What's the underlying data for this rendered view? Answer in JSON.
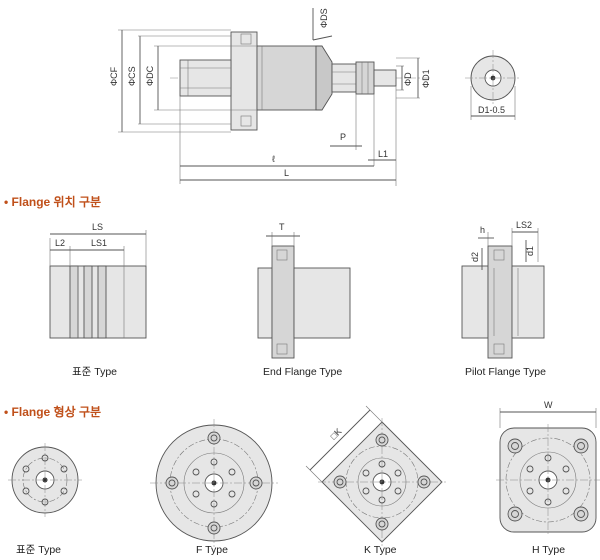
{
  "top_drawing": {
    "dim_ds": "ΦDS",
    "dim_cf": "ΦCF",
    "dim_cs": "ΦCS",
    "dim_dc": "ΦDC",
    "dim_d": "ΦD",
    "dim_d1": "ΦD1",
    "dim_p": "P",
    "dim_l1": "L1",
    "dim_l_small": "ℓ",
    "dim_l": "L",
    "dim_d1_05": "D1-0.5"
  },
  "section_position": {
    "title": "• Flange 위치 구분",
    "dim_ls": "LS",
    "dim_l2": "L2",
    "dim_ls1": "LS1",
    "dim_t": "T",
    "dim_h": "h",
    "dim_ls2": "LS2",
    "dim_d2": "d2",
    "dim_d1": "d1",
    "caption_standard": "표준 Type",
    "caption_end": "End Flange Type",
    "caption_pilot": "Pilot Flange Type"
  },
  "section_shape": {
    "title": "• Flange 형상 구분",
    "dim_k": "□K",
    "dim_w": "W",
    "caption_standard": "표준 Type",
    "caption_f": "F Type",
    "caption_k": "K Type",
    "caption_h": "H Type"
  }
}
